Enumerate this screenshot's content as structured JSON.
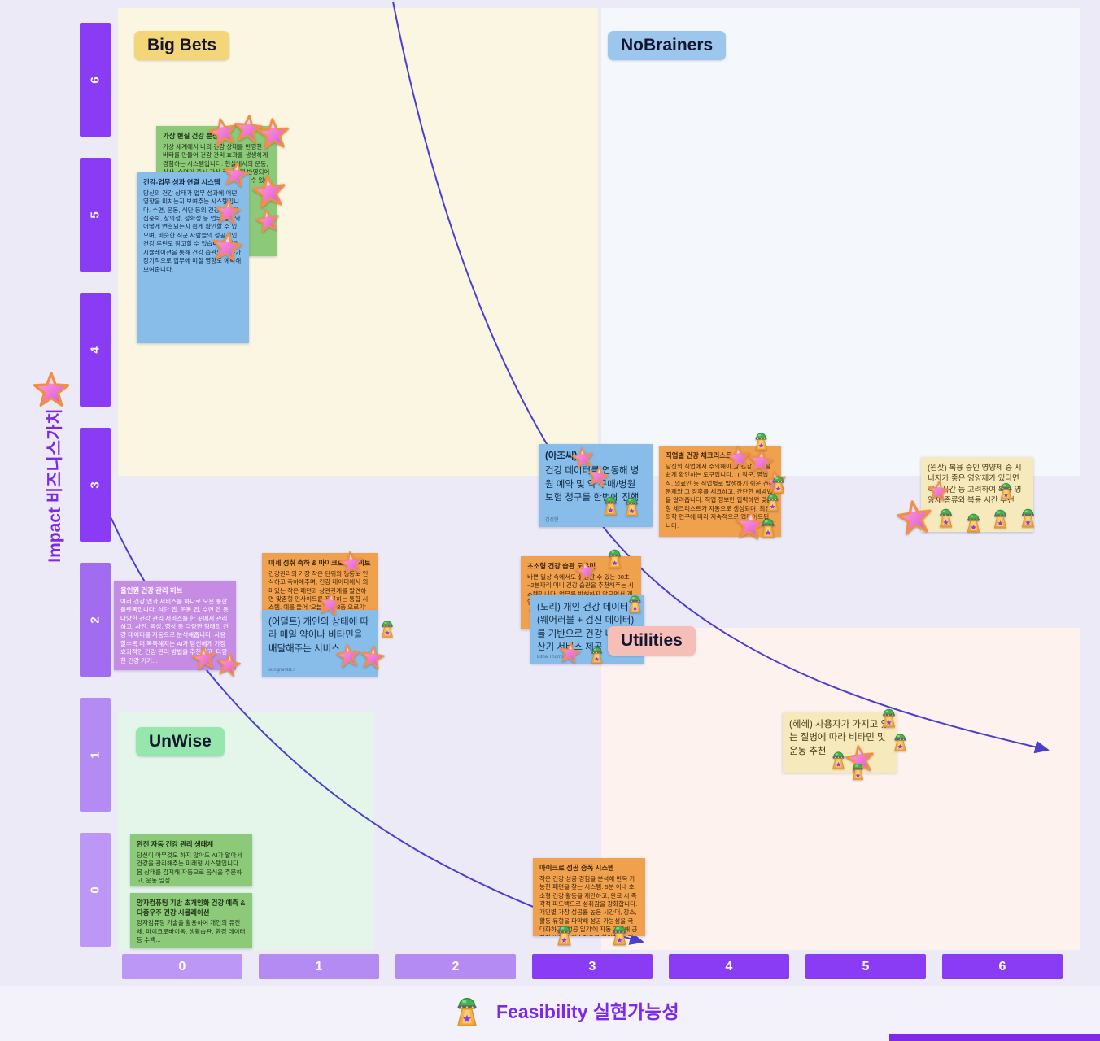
{
  "axes": {
    "y_label": "Impact 비즈니스가치",
    "x_label": "Feasibility 실현가능성",
    "y_ticks": [
      "6",
      "5",
      "4",
      "3",
      "2",
      "1",
      "0"
    ],
    "x_ticks": [
      "0",
      "1",
      "2",
      "3",
      "4",
      "5",
      "6"
    ]
  },
  "quadrants": {
    "big_bets": "Big Bets",
    "nobrainers": "NoBrainers",
    "unwise": "UnWise",
    "utilities": "Utilities"
  },
  "notes": [
    {
      "id": "vr-health-avatar",
      "color": "green",
      "title": "가상 현실 건강 분신",
      "body": "가상 세계에서 나의 건강 상태를 반영한 아바타를 만들어 건강 관리 효과를 생생하게 경험하는 시스템입니다. 현실에서의 운동, 식사, 수면이 즉시 가상 캐릭터에 반영되어 건강 습관의 효과를 눈으로 확인할 수 있습니다.",
      "author": ""
    },
    {
      "id": "health-work-performance",
      "color": "blue",
      "title": "건강-업무 성과 연결 시스템",
      "body": "당신의 건강 상태가 업무 성과에 어떤 영향을 미치는지 보여주는 시스템입니다. 수면, 운동, 식단 등의 건강 요소가 집중력, 창의성, 정확성 등 업무 성과와 어떻게 연결되는지 쉽게 확인할 수 있으며, 비슷한 직군 사람들의 성공적인 건강 루틴도 참고할 수 있습니다. 미래 시뮬레이션을 통해 건강 습관의 변화가 장기적으로 업무에 미칠 영향도 예측해 보여줍니다.",
      "author": ""
    },
    {
      "id": "ajossi-hospital-linker",
      "color": "blue",
      "title": "(아조씨)",
      "body": "건강 데이터를 연동해 병원 예약 및 약 구매/병원 보험 청구를 한번에 진행",
      "author": "김성현"
    },
    {
      "id": "job-health-checklist",
      "color": "orange",
      "title": "직업별 건강 체크리스트",
      "body": "당신의 직업에서 주의해야 할 건강 위험을 쉽게 확인하는 도구입니다. IT 직군, 영업직, 의료인 등 직업별로 발생하기 쉬운 건강 문제와 그 징후를 체크하고, 간단한 예방법을 알려줍니다. 직업 정보만 입력하면 맞춤형 체크리스트가 자동으로 생성되며, 최신 의학 연구에 따라 지속적으로 업데이트됩니다.",
      "author": ""
    },
    {
      "id": "winsat-supplement-synergy",
      "color": "yellow",
      "title": "",
      "body": "(윈삿) 복용 중인 영양제 중 시너지가 좋은 영양제가 있다면 식사시간 등 고려하여 복용 영양제 종류와 복용 시간 추천",
      "author": ""
    },
    {
      "id": "micro-achievement-insight",
      "color": "orange",
      "title": "미세 성취 축하 & 마이크로 인사이트",
      "body": "건강관리의 가장 작은 단위의 행동도 인식하고 축하해주며, 건강 데이터에서 의미있는 작은 패턴과 상관관계를 발견하면 맞춤형 인사이트를 제공하는 통합 시스템. 예를 들어 '오늘 계단 3층 오르기' 같은 작은 목표를 달성하...",
      "author": ""
    },
    {
      "id": "adult-vitamin-delivery",
      "color": "blue",
      "title": "",
      "body": "(어덜트) 개인의 상태에 따라 매일 약이나 비타민을 배달해주는 서비스",
      "author": "sungmi0817"
    },
    {
      "id": "all-in-one-health-hub",
      "color": "purple",
      "title": "올인원 건강 관리 허브",
      "body": "여러 건강 앱과 서비스를 하나로 모은 통합 플랫폼입니다. 식단 앱, 운동 앱, 수면 앱 등 다양한 건강 관리 서비스를 한 곳에서 관리하고, 사진, 음성, 영상 등 다양한 형태의 건강 데이터를 자동으로 분석해줍니다. 사용할수록 더 똑똑해지는 AI가 당신에게 가장 효과적인 건강 관리 방법을 추천하고, 다양한 건강 기기...",
      "author": ""
    },
    {
      "id": "micro-habit-helper",
      "color": "orange",
      "title": "초소형 건강 습관 도우미",
      "body": "바쁜 일상 속에서도 실천할 수 있는 30초~2분짜리 미니 건강 습관을 추천해주는 시스템입니다. 업무를 방해하지 않으면서 개인 일정과 리듬에 맞춰 작은 습관을 제안하고, 즉각적인 피드백을 제공합니다.",
      "author": ""
    },
    {
      "id": "dori-health-age-calculator",
      "color": "blue",
      "title": "",
      "body": "(도리) 개인 건강 데이터 (웨어러블 + 검진 데이터)를 기반으로 건강 나이 계산기 서비스 제공",
      "author": "Litha Thomson"
    },
    {
      "id": "hehe-disease-recommendation",
      "color": "yellow",
      "title": "",
      "body": "(헤헤) 사용자가 가지고 있는 질병에 따라 비타민 및 운동 추천",
      "author": ""
    },
    {
      "id": "full-auto-health-ecosystem",
      "color": "green",
      "title": "완전 자동 건강 관리 생태계",
      "body": "당신이 아무것도 하지 않아도 AI가 알아서 건강을 관리해주는 미래형 시스템입니다. 몸 상태를 감지해 자동으로 음식을 주문하고, 운동 일정...",
      "author": ""
    },
    {
      "id": "quantum-health-simulation",
      "color": "green",
      "title": "양자컴퓨팅 기반 초개인화 건강 예측 & 다중우주 건강 시뮬레이션",
      "body": "양자컴퓨팅 기술을 활용하여 개인의 유전체, 마이크로바이옴, 생활습관, 환경 데이터 등 수백...",
      "author": ""
    },
    {
      "id": "micro-success-amplifier",
      "color": "orange",
      "title": "마이크로 성공 증폭 시스템",
      "body": "작은 건강 성공 경험을 분석해 반복 가능한 패턴을 찾는 시스템. 5분 이내 초소형 건강 활동을 제안하고, 완료 시 즉각적 피드백으로 성취감을 강화합니다. 개인별 가장 성공률 높은 시간대, 장소, 활동 유형을 파악해 성공 가능성을 극대화하고, '성공 일기'에 자동 기록해 긍정적 변화를 지속적으로 확인할 수 있습니다.",
      "author": ""
    }
  ],
  "stickers": [
    {
      "type": "star",
      "x": 256,
      "y": 144,
      "s": 36,
      "r": -12
    },
    {
      "type": "star",
      "x": 287,
      "y": 140,
      "s": 36,
      "r": 6
    },
    {
      "type": "star",
      "x": 316,
      "y": 144,
      "s": 40,
      "r": -4
    },
    {
      "type": "star",
      "x": 274,
      "y": 198,
      "s": 32,
      "r": 10
    },
    {
      "type": "star",
      "x": 310,
      "y": 214,
      "s": 42,
      "r": -8
    },
    {
      "type": "star",
      "x": 264,
      "y": 244,
      "s": 32,
      "r": 6
    },
    {
      "type": "star",
      "x": 314,
      "y": 256,
      "s": 30,
      "r": -10
    },
    {
      "type": "star",
      "x": 260,
      "y": 284,
      "s": 38,
      "r": 8
    },
    {
      "type": "star",
      "x": 703,
      "y": 549,
      "s": 27,
      "r": -8
    },
    {
      "type": "star",
      "x": 722,
      "y": 572,
      "s": 27,
      "r": 10
    },
    {
      "type": "star",
      "x": 893,
      "y": 547,
      "s": 30,
      "r": -6
    },
    {
      "type": "star",
      "x": 919,
      "y": 551,
      "s": 32,
      "r": 8
    },
    {
      "type": "star",
      "x": 940,
      "y": 578,
      "s": 27,
      "r": -10
    },
    {
      "type": "star",
      "x": 903,
      "y": 626,
      "s": 38,
      "r": 6
    },
    {
      "type": "star",
      "x": 1102,
      "y": 614,
      "s": 44,
      "r": -8
    },
    {
      "type": "star",
      "x": 1140,
      "y": 590,
      "s": 27,
      "r": 6
    },
    {
      "type": "star",
      "x": 417,
      "y": 677,
      "s": 30,
      "r": -8
    },
    {
      "type": "star",
      "x": 391,
      "y": 727,
      "s": 30,
      "r": 10
    },
    {
      "type": "star",
      "x": 413,
      "y": 791,
      "s": 30,
      "r": -6
    },
    {
      "type": "star",
      "x": 443,
      "y": 793,
      "s": 30,
      "r": 8
    },
    {
      "type": "star",
      "x": 236,
      "y": 794,
      "s": 30,
      "r": -8
    },
    {
      "type": "star",
      "x": 266,
      "y": 802,
      "s": 30,
      "r": 10
    },
    {
      "type": "star",
      "x": 707,
      "y": 689,
      "s": 26,
      "r": -8
    },
    {
      "type": "star",
      "x": 687,
      "y": 789,
      "s": 27,
      "r": 8
    },
    {
      "type": "star",
      "x": 1039,
      "y": 915,
      "s": 36,
      "r": -8
    },
    {
      "type": "ufo",
      "x": 735,
      "y": 605,
      "s": 31
    },
    {
      "type": "ufo",
      "x": 761,
      "y": 606,
      "s": 31
    },
    {
      "type": "ufo",
      "x": 921,
      "y": 527,
      "s": 29
    },
    {
      "type": "ufo",
      "x": 942,
      "y": 580,
      "s": 29
    },
    {
      "type": "ufo",
      "x": 935,
      "y": 602,
      "s": 29
    },
    {
      "type": "ufo",
      "x": 928,
      "y": 632,
      "s": 32
    },
    {
      "type": "ufo",
      "x": 1147,
      "y": 620,
      "s": 31
    },
    {
      "type": "ufo",
      "x": 1181,
      "y": 626,
      "s": 31
    },
    {
      "type": "ufo",
      "x": 1214,
      "y": 621,
      "s": 31
    },
    {
      "type": "ufo",
      "x": 1248,
      "y": 620,
      "s": 31
    },
    {
      "type": "ufo",
      "x": 1223,
      "y": 589,
      "s": 27
    },
    {
      "type": "ufo",
      "x": 740,
      "y": 670,
      "s": 31
    },
    {
      "type": "ufo",
      "x": 766,
      "y": 727,
      "s": 29
    },
    {
      "type": "ufo",
      "x": 720,
      "y": 791,
      "s": 27
    },
    {
      "type": "ufo",
      "x": 462,
      "y": 758,
      "s": 28
    },
    {
      "type": "ufo",
      "x": 1077,
      "y": 866,
      "s": 31
    },
    {
      "type": "ufo",
      "x": 1092,
      "y": 897,
      "s": 29
    },
    {
      "type": "ufo",
      "x": 1016,
      "y": 919,
      "s": 29
    },
    {
      "type": "ufo",
      "x": 1041,
      "y": 934,
      "s": 27
    },
    {
      "type": "ufo",
      "x": 677,
      "y": 1132,
      "s": 33
    },
    {
      "type": "ufo",
      "x": 745,
      "y": 1132,
      "s": 33
    }
  ],
  "colors": {
    "axis_dark": "#8a3bf4",
    "axis_medium": "#a26cf0",
    "axis_light": "#b48af3",
    "label_purple": "#7d2ae8",
    "curve": "#4b3fd0",
    "board_bg": "#edeaf8",
    "quad_big_bets_bg": "#fbf6e2",
    "quad_nobrainers_bg": "#f4f8fc",
    "quad_unwise_bg": "#e4f6ea",
    "quad_utilities_bg": "#fdf2ee",
    "badge_big_bets": "#f2d678",
    "badge_nobrainers": "#9dc6ec",
    "badge_unwise": "#97e6ae",
    "badge_utilities": "#f5bfb7",
    "note_green": "#8cc979",
    "note_blue": "#88bce9",
    "note_orange": "#f0a14e",
    "note_yellow": "#f6e9bc",
    "note_purple": "#c68ce4"
  }
}
